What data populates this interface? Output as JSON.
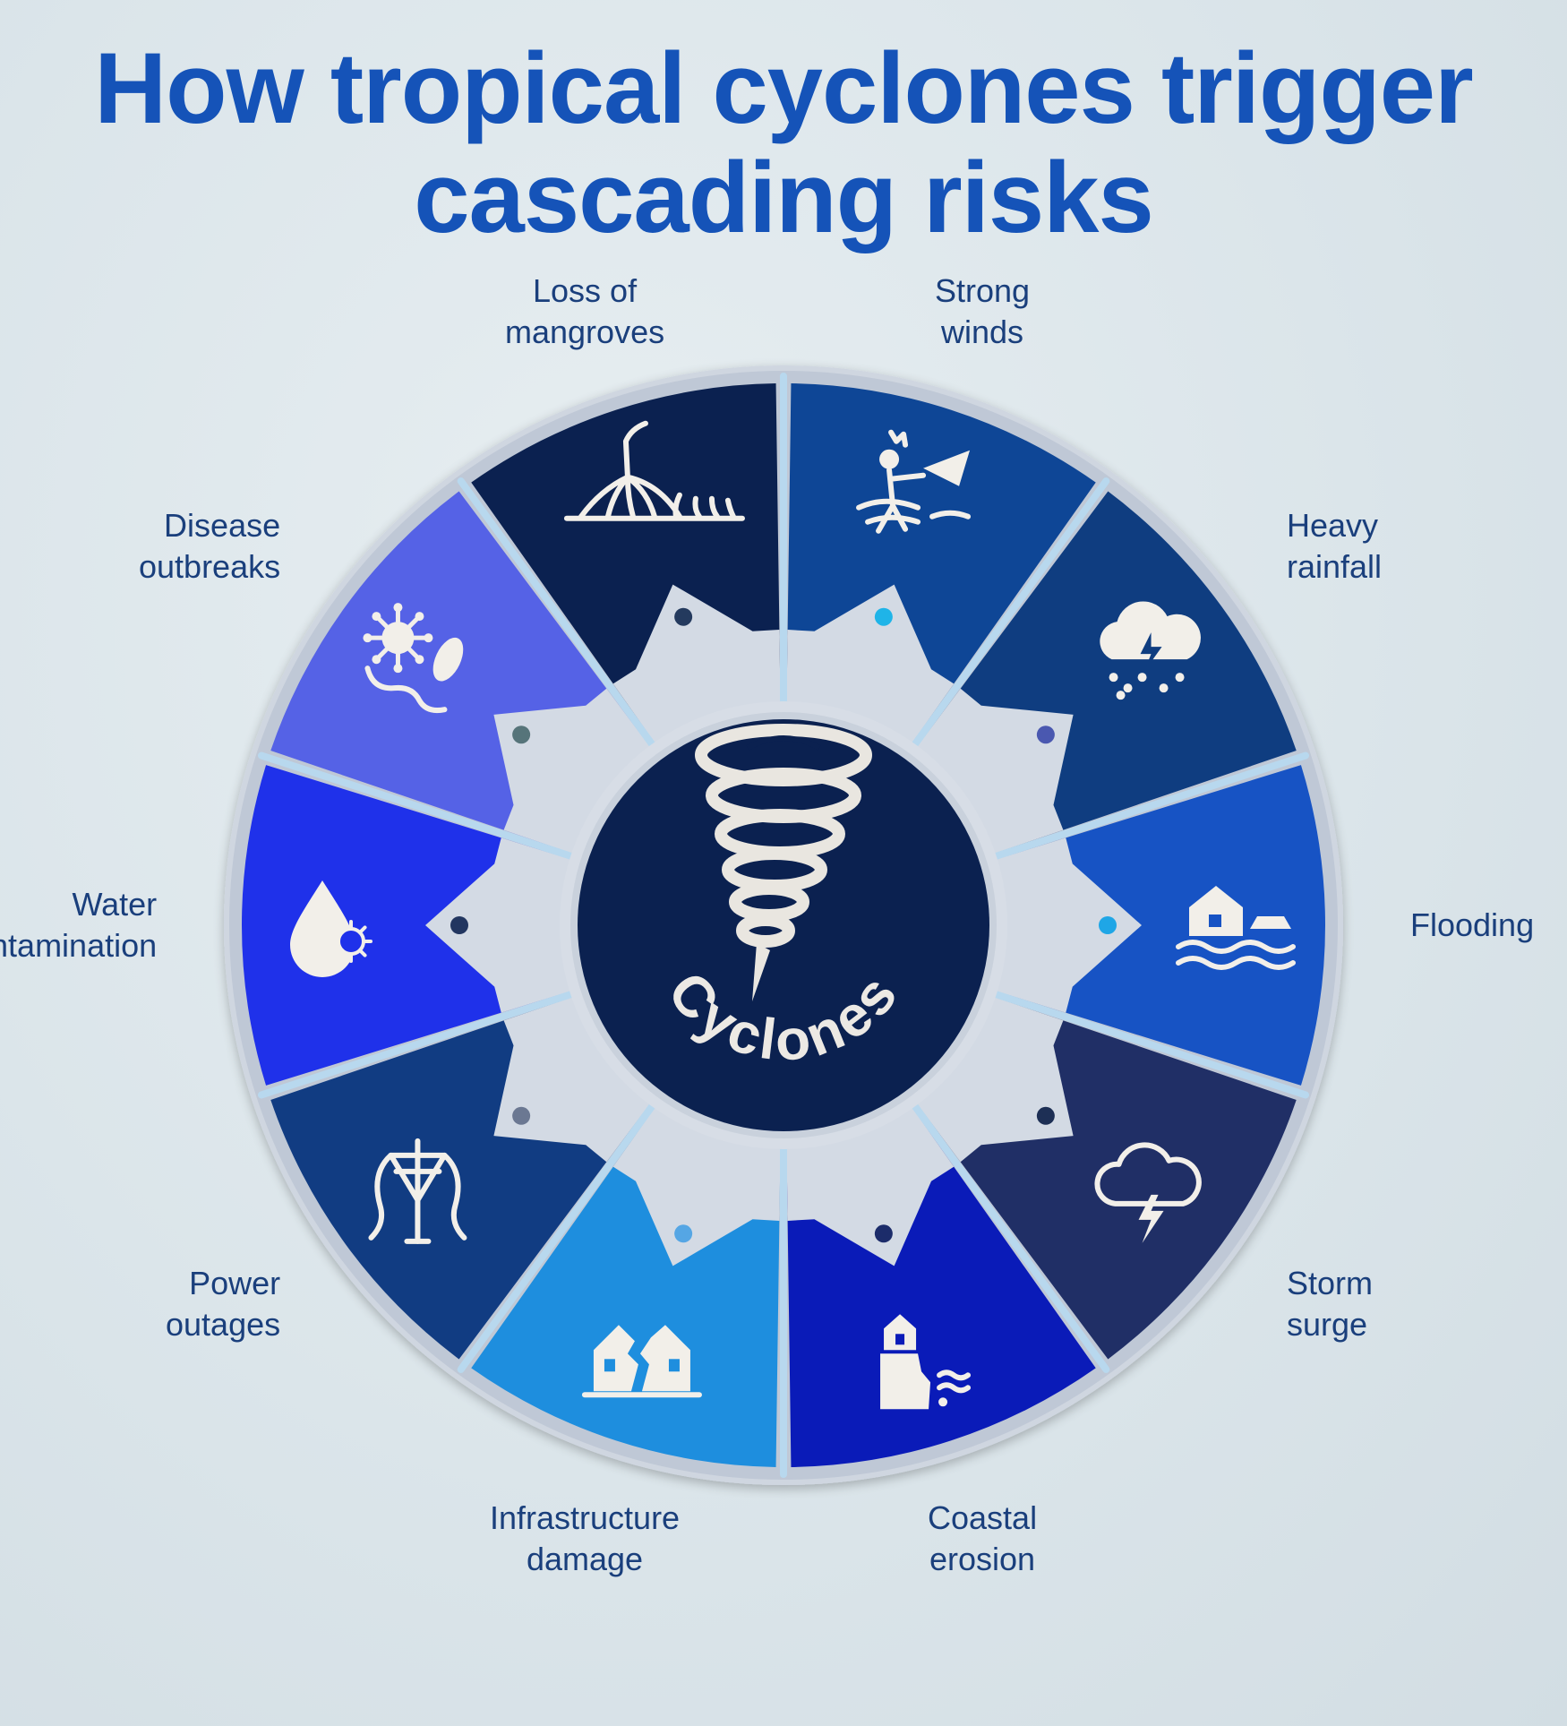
{
  "title": {
    "line1": "How tropical cyclones trigger",
    "line2": "cascading risks"
  },
  "center_label": "Cyclones",
  "center_icon": "tornado-icon",
  "segments": [
    {
      "id": "strong-winds",
      "lines": [
        "Strong",
        "winds"
      ],
      "color": "#0e4696",
      "icon": "wind-person-icon",
      "dot": "#1fb4e8"
    },
    {
      "id": "heavy-rainfall",
      "lines": [
        "Heavy",
        "rainfall"
      ],
      "color": "#0f3d80",
      "icon": "rain-cloud-icon",
      "dot": "#4a58b0"
    },
    {
      "id": "flooding",
      "lines": [
        "Flooding"
      ],
      "color": "#1753c4",
      "icon": "flooded-house-icon",
      "dot": "#1fa6e6"
    },
    {
      "id": "storm-surge",
      "lines": [
        "Storm",
        "surge"
      ],
      "color": "#202f66",
      "icon": "storm-cloud-icon",
      "dot": "#1d2f55"
    },
    {
      "id": "coastal-erosion",
      "lines": [
        "Coastal",
        "erosion"
      ],
      "color": "#0a1bb8",
      "icon": "cliff-house-icon",
      "dot": "#1c2c6a"
    },
    {
      "id": "infrastructure-damage",
      "lines": [
        "Infrastructure",
        "damage"
      ],
      "color": "#1e8ede",
      "icon": "broken-house-icon",
      "dot": "#55a6e4"
    },
    {
      "id": "power-outages",
      "lines": [
        "Power",
        "outages"
      ],
      "color": "#113c82",
      "icon": "power-pole-icon",
      "dot": "#6b7892"
    },
    {
      "id": "water-contamination",
      "lines": [
        "Water",
        "contamination"
      ],
      "color": "#1f31ea",
      "icon": "contaminated-drop-icon",
      "dot": "#223660"
    },
    {
      "id": "disease-outbreaks",
      "lines": [
        "Disease",
        "outbreaks"
      ],
      "color": "#5562e6",
      "icon": "virus-bacteria-icon",
      "dot": "#56747a"
    },
    {
      "id": "loss-of-mangroves",
      "lines": [
        "Loss of",
        "mangroves"
      ],
      "color": "#0b2150",
      "icon": "mangrove-roots-icon",
      "dot": "#243a5e"
    }
  ]
}
